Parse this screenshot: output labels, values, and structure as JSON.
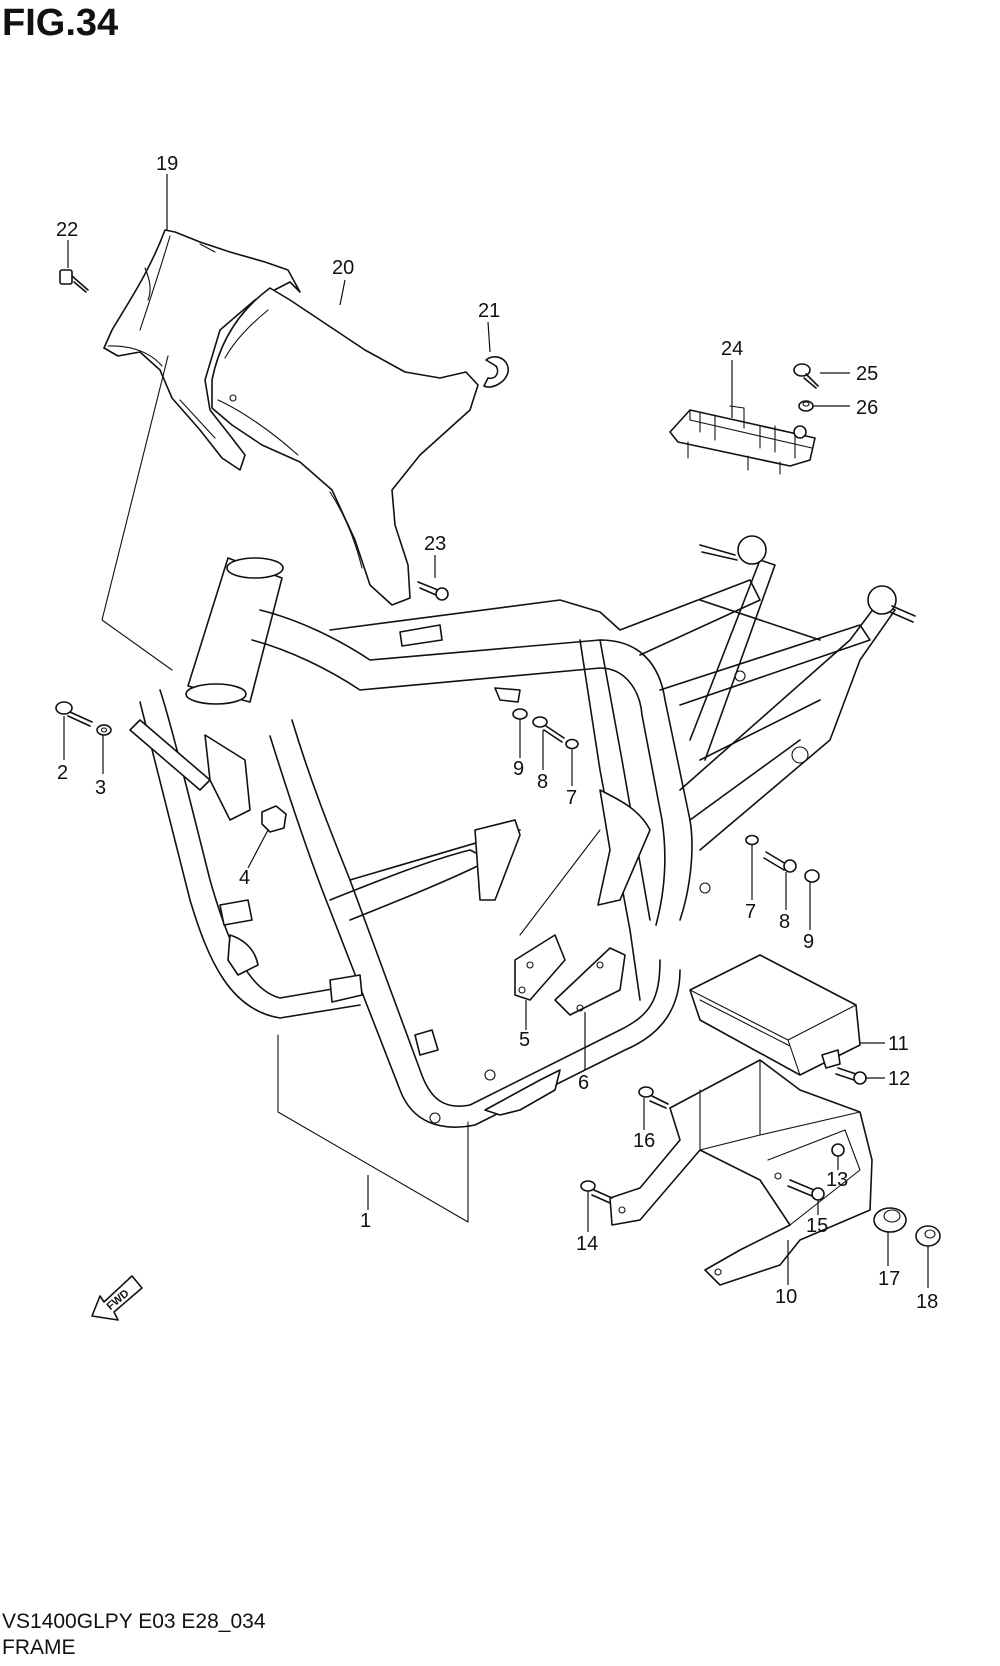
{
  "figure": {
    "title": "FIG.34",
    "model_code": "VS1400GLPY E03 E28_034",
    "section_name": "FRAME",
    "fwd_label": "FWD"
  },
  "callouts": [
    "1",
    "2",
    "3",
    "4",
    "5",
    "6",
    "7",
    "7",
    "8",
    "8",
    "9",
    "9",
    "10",
    "11",
    "12",
    "13",
    "14",
    "15",
    "16",
    "17",
    "18",
    "19",
    "20",
    "21",
    "22",
    "23",
    "24",
    "25",
    "26"
  ]
}
